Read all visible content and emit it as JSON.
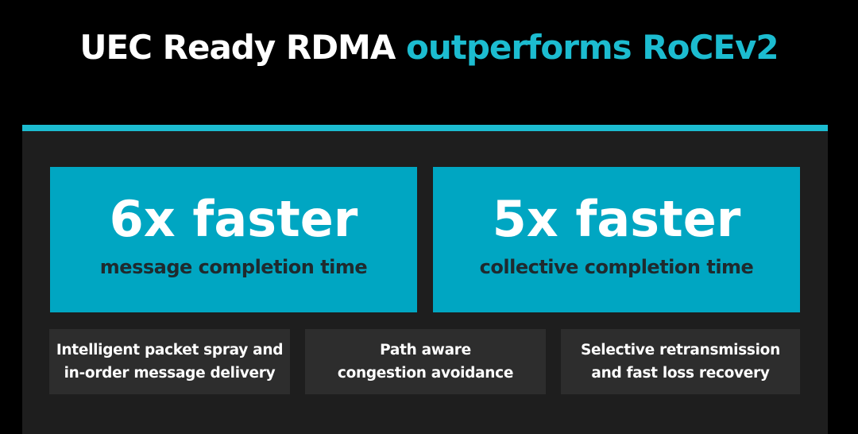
{
  "title": {
    "part1": "UEC Ready RDMA",
    "part2": "outperforms RoCEv2"
  },
  "stats": [
    {
      "value": "6x faster",
      "description": "message completion time"
    },
    {
      "value": "5x faster",
      "description": "collective completion time"
    }
  ],
  "features": [
    {
      "line1": "Intelligent packet spray and",
      "line2": "in-order message delivery"
    },
    {
      "line1": "Path aware",
      "line2": "congestion avoidance"
    },
    {
      "line1": "Selective retransmission",
      "line2": "and fast loss recovery"
    }
  ],
  "colors": {
    "background": "#000000",
    "accent": "#1cbcd0",
    "card": "#00a6c2",
    "panel": "#1e1e1e",
    "feature_box": "#2d2d2d"
  }
}
